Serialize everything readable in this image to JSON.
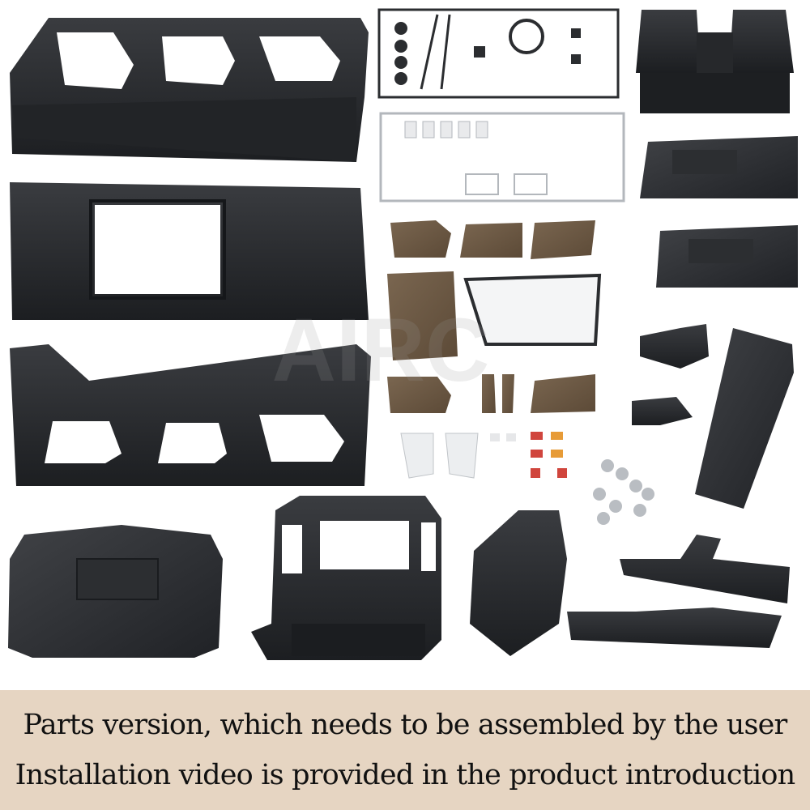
{
  "watermark": "AIRC",
  "caption": {
    "line1": "Parts version, which needs to be assembled by the user",
    "line2": "Installation video is provided in the product introduction",
    "background": "#e6d5c2"
  },
  "colors": {
    "parts_black": "#2a2c2f",
    "parts_dark": "#1d1f22",
    "tinted_windows": "#6e5a43",
    "chrome_frame": "#bfc3c8",
    "screws": "#b9bdc2",
    "red_lights": "#d0453d"
  }
}
